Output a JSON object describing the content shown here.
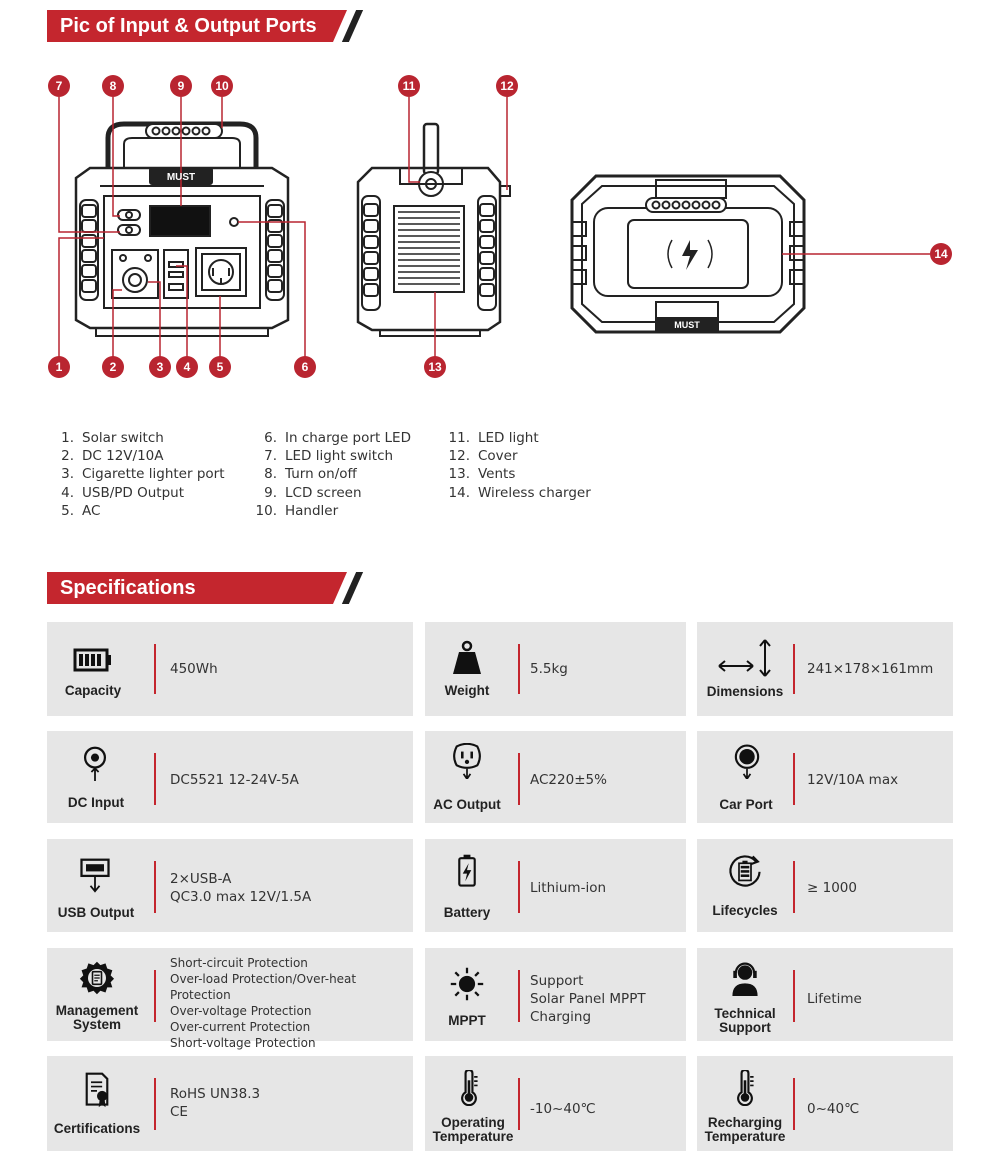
{
  "sections": {
    "ports_title": "Pic of Input & Output Ports",
    "specs_title": "Specifications"
  },
  "diagram": {
    "brand_text": "MUST",
    "callouts": [
      "1",
      "2",
      "3",
      "4",
      "5",
      "6",
      "7",
      "8",
      "9",
      "10",
      "11",
      "12",
      "13",
      "14"
    ]
  },
  "legend": [
    [
      {
        "num": "1.",
        "text": "Solar switch"
      },
      {
        "num": "2.",
        "text": "DC 12V/10A"
      },
      {
        "num": "3.",
        "text": "Cigarette lighter port"
      },
      {
        "num": "4.",
        "text": "USB/PD Output"
      },
      {
        "num": "5.",
        "text": "AC"
      }
    ],
    [
      {
        "num": "6.",
        "text": "In charge port LED"
      },
      {
        "num": "7.",
        "text": "LED light switch"
      },
      {
        "num": "8.",
        "text": "Turn on/off"
      },
      {
        "num": "9.",
        "text": "LCD screen"
      },
      {
        "num": "10.",
        "text": "Handler"
      }
    ],
    [
      {
        "num": "11.",
        "text": "LED light"
      },
      {
        "num": "12.",
        "text": "Cover"
      },
      {
        "num": "13.",
        "text": "Vents"
      },
      {
        "num": "14.",
        "text": "Wireless charger"
      }
    ]
  ],
  "specs": [
    {
      "label": "Capacity",
      "icon": "battery-full-icon",
      "value": "450Wh"
    },
    {
      "label": "Weight",
      "icon": "weight-icon",
      "value": "5.5kg"
    },
    {
      "label": "Dimensions",
      "icon": "dimensions-arrows-icon",
      "value": "241×178×161mm"
    },
    {
      "label": "DC Input",
      "icon": "dc-input-icon",
      "value": "DC5521 12-24V-5A"
    },
    {
      "label": "AC Output",
      "icon": "ac-outlet-icon",
      "value": "AC220±5%"
    },
    {
      "label": "Car Port",
      "icon": "car-port-icon",
      "value": "12V/10A max"
    },
    {
      "label": "USB Output",
      "icon": "usb-output-icon",
      "value_lines": [
        "2×USB-A",
        "QC3.0 max 12V/1.5A"
      ]
    },
    {
      "label": "Battery",
      "icon": "battery-charge-icon",
      "value": "Lithium-ion"
    },
    {
      "label": "Lifecycles",
      "icon": "battery-cycle-icon",
      "value": "≥ 1000"
    },
    {
      "label_lines": [
        "Management",
        "System"
      ],
      "icon": "gear-management-icon",
      "value_lines": [
        "Short-circuit Protection",
        "Over-load Protection/Over-heat Protection",
        "Over-voltage Protection",
        "Over-current Protection",
        "Short-voltage Protection"
      ]
    },
    {
      "label": "MPPT",
      "icon": "sun-icon",
      "value_lines": [
        "Support",
        "Solar Panel MPPT",
        "Charging"
      ]
    },
    {
      "label_lines": [
        "Technical",
        "Support"
      ],
      "icon": "headset-support-icon",
      "value": "Lifetime"
    },
    {
      "label": "Certifications",
      "icon": "certificate-icon",
      "value_lines": [
        "RoHS UN38.3",
        "CE"
      ]
    },
    {
      "label_lines": [
        "Operating",
        "Temperature"
      ],
      "icon": "thermometer-icon",
      "value": "-10~40℃"
    },
    {
      "label_lines": [
        "Recharging",
        "Temperature"
      ],
      "icon": "thermometer-icon",
      "value": "0~40℃"
    }
  ],
  "colors": {
    "accent": "#c4262e",
    "card_bg": "#e6e6e6",
    "callout": "#b92530"
  }
}
